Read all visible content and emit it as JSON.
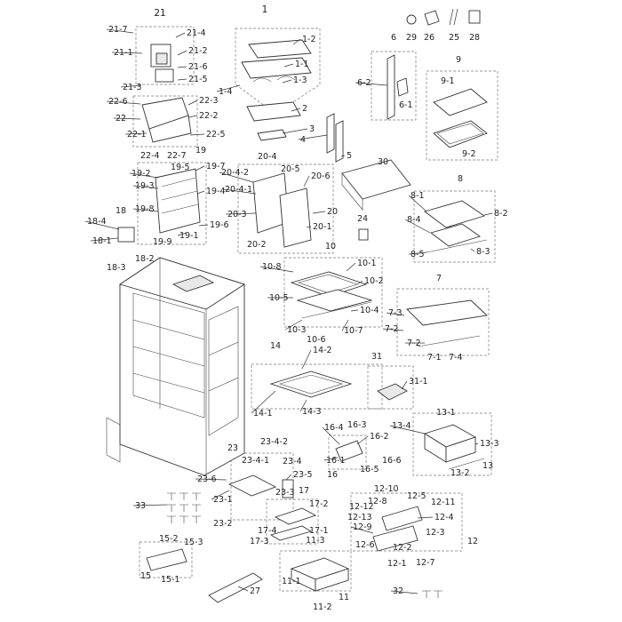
{
  "callouts": [
    {
      "text": "21",
      "big": true
    },
    {
      "text": "21-7"
    },
    {
      "text": "21-4"
    },
    {
      "text": "21-1"
    },
    {
      "text": "21-2"
    },
    {
      "text": "21-6"
    },
    {
      "text": "21-5"
    },
    {
      "text": "21-3"
    },
    {
      "text": "22-6"
    },
    {
      "text": "22-3"
    },
    {
      "text": "22"
    },
    {
      "text": "22-2"
    },
    {
      "text": "22-1"
    },
    {
      "text": "22-5"
    },
    {
      "text": "22-4"
    },
    {
      "text": "22-7"
    },
    {
      "text": "19"
    },
    {
      "text": "19-2"
    },
    {
      "text": "19-5"
    },
    {
      "text": "19-7"
    },
    {
      "text": "19-3"
    },
    {
      "text": "19-4"
    },
    {
      "text": "19-8"
    },
    {
      "text": "19-6"
    },
    {
      "text": "19-9"
    },
    {
      "text": "19-1"
    },
    {
      "text": "18"
    },
    {
      "text": "18-4"
    },
    {
      "text": "18-1"
    },
    {
      "text": "18-2"
    },
    {
      "text": "18-3"
    },
    {
      "text": "1",
      "big": true
    },
    {
      "text": "1-2"
    },
    {
      "text": "1-1"
    },
    {
      "text": "1-4"
    },
    {
      "text": "1-3"
    },
    {
      "text": "2"
    },
    {
      "text": "3"
    },
    {
      "text": "4"
    },
    {
      "text": "5"
    },
    {
      "text": "20-4"
    },
    {
      "text": "20-5"
    },
    {
      "text": "20-4-2"
    },
    {
      "text": "20-6"
    },
    {
      "text": "20-4-1"
    },
    {
      "text": "20-3"
    },
    {
      "text": "20"
    },
    {
      "text": "20-1"
    },
    {
      "text": "20-2"
    },
    {
      "text": "6"
    },
    {
      "text": "6-2"
    },
    {
      "text": "6-1"
    },
    {
      "text": "9"
    },
    {
      "text": "9-1"
    },
    {
      "text": "9-2"
    },
    {
      "text": "29"
    },
    {
      "text": "26"
    },
    {
      "text": "25"
    },
    {
      "text": "28"
    },
    {
      "text": "30"
    },
    {
      "text": "24"
    },
    {
      "text": "8"
    },
    {
      "text": "8-1"
    },
    {
      "text": "8-2"
    },
    {
      "text": "8-4"
    },
    {
      "text": "8-5"
    },
    {
      "text": "8-3"
    },
    {
      "text": "10"
    },
    {
      "text": "10-8"
    },
    {
      "text": "10-1"
    },
    {
      "text": "10-2"
    },
    {
      "text": "10-5"
    },
    {
      "text": "10-4"
    },
    {
      "text": "10-3"
    },
    {
      "text": "10-7"
    },
    {
      "text": "10-6"
    },
    {
      "text": "7"
    },
    {
      "text": "7-3"
    },
    {
      "text": "7-2"
    },
    {
      "text": "7-2"
    },
    {
      "text": "7-1"
    },
    {
      "text": "7-4"
    },
    {
      "text": "14"
    },
    {
      "text": "14-2"
    },
    {
      "text": "14-1"
    },
    {
      "text": "14-3"
    },
    {
      "text": "31"
    },
    {
      "text": "31-1"
    },
    {
      "text": "13-1"
    },
    {
      "text": "13-4"
    },
    {
      "text": "13-3"
    },
    {
      "text": "13"
    },
    {
      "text": "13-2"
    },
    {
      "text": "16-4"
    },
    {
      "text": "16-3"
    },
    {
      "text": "16-2"
    },
    {
      "text": "16-1"
    },
    {
      "text": "16-5"
    },
    {
      "text": "16-6"
    },
    {
      "text": "16"
    },
    {
      "text": "23"
    },
    {
      "text": "23-4-2"
    },
    {
      "text": "23-6"
    },
    {
      "text": "23-4-1"
    },
    {
      "text": "23-4"
    },
    {
      "text": "23-5"
    },
    {
      "text": "23-3"
    },
    {
      "text": "23-1"
    },
    {
      "text": "23-2"
    },
    {
      "text": "17"
    },
    {
      "text": "17-2"
    },
    {
      "text": "17-4"
    },
    {
      "text": "17-1"
    },
    {
      "text": "17-3"
    },
    {
      "text": "33"
    },
    {
      "text": "12-10"
    },
    {
      "text": "12-5"
    },
    {
      "text": "12-12"
    },
    {
      "text": "12-8"
    },
    {
      "text": "12-11"
    },
    {
      "text": "12-13"
    },
    {
      "text": "12-4"
    },
    {
      "text": "12-9"
    },
    {
      "text": "12-3"
    },
    {
      "text": "12-6"
    },
    {
      "text": "12-2"
    },
    {
      "text": "12"
    },
    {
      "text": "12-1"
    },
    {
      "text": "12-7"
    },
    {
      "text": "15-2"
    },
    {
      "text": "15-3"
    },
    {
      "text": "15"
    },
    {
      "text": "15-1"
    },
    {
      "text": "11-3"
    },
    {
      "text": "11-1"
    },
    {
      "text": "11"
    },
    {
      "text": "11-2"
    },
    {
      "text": "27"
    },
    {
      "text": "32"
    }
  ]
}
